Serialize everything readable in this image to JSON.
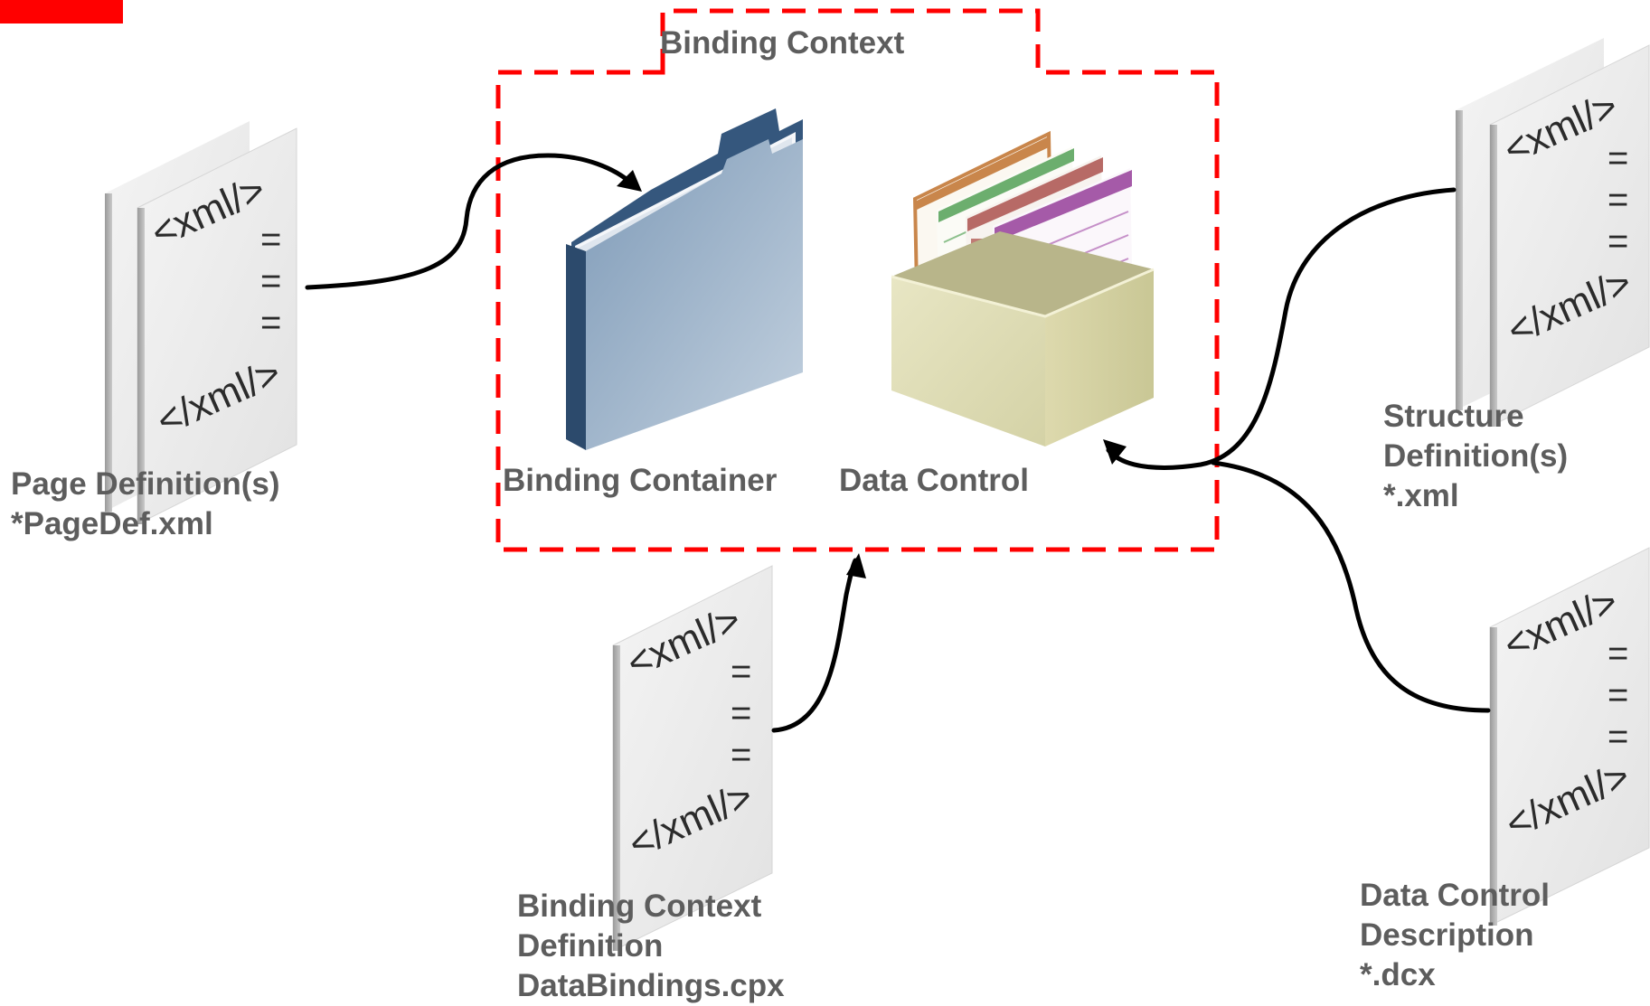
{
  "corner_mark_color": "#ff0000",
  "context_border_color": "#ff0000",
  "label_color": "#5d5d5d",
  "binding_context": {
    "title": "Binding Context",
    "binding_container_label": "Binding Container",
    "data_control_label": "Data Control"
  },
  "xml_doc_text": {
    "open_tag": "<xml/>",
    "close_tag": "</xml/>",
    "equals": "="
  },
  "documents": {
    "page_definition": {
      "lines": [
        "Page Definition(s)",
        "*PageDef.xml"
      ],
      "icon": "stacked-xml-document-icon"
    },
    "binding_context_definition": {
      "lines": [
        "Binding Context",
        "Definition",
        "DataBindings.cpx"
      ],
      "icon": "xml-document-icon"
    },
    "structure_definition": {
      "lines": [
        "Structure",
        "Definition(s)",
        "*.xml"
      ],
      "icon": "stacked-xml-document-icon"
    },
    "data_control_description": {
      "lines": [
        "Data Control",
        "Description",
        "*.dcx"
      ],
      "icon": "xml-document-icon"
    }
  },
  "icons": {
    "binding_container": "folder-icon",
    "data_control": "file-box-icon"
  }
}
